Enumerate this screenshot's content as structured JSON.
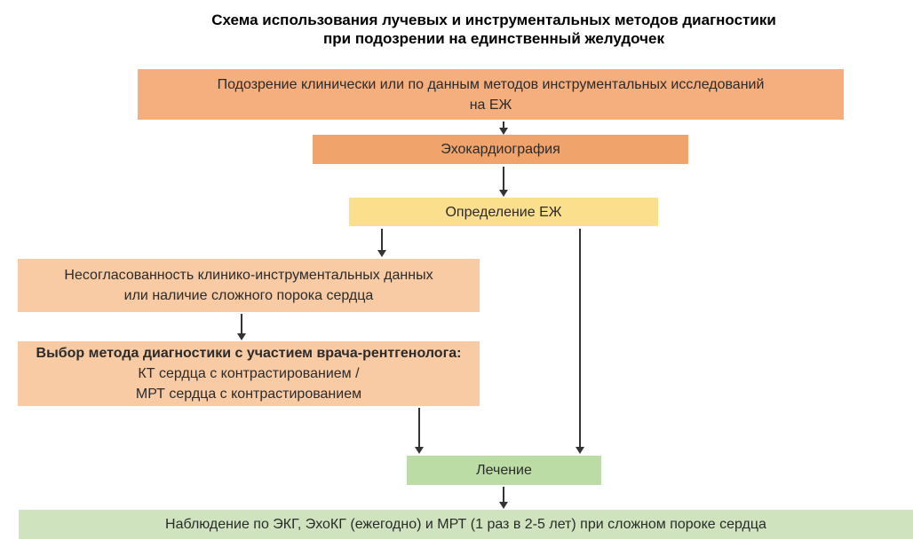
{
  "title": {
    "line1": "Схема использования лучевых и инструментальных методов диагностики",
    "line2": "при подозрении на единственный желудочек"
  },
  "nodes": {
    "suspicion": {
      "line1": "Подозрение клинически или по данным методов инструментальных исследований",
      "line2": "на ЕЖ"
    },
    "echocardiography": "Эхокардиография",
    "ventricle_definition": "Определение ЕЖ",
    "mismatch": {
      "line1": "Несогласованность клинико-инструментальных данных",
      "line2": "или наличие сложного порока сердца"
    },
    "method_choice": {
      "heading": "Выбор метода диагностики с участием врача-рентгенолога:",
      "option_ct": "КТ сердца с контрастированием /",
      "option_mri": "МРТ сердца с контрастированием"
    },
    "treatment": "Лечение",
    "observation": "Наблюдение по ЭКГ, ЭхоКГ (ежегодно) и МРТ (1 раз в 2-5 лет) при сложном пороке сердца"
  },
  "colors": {
    "box_suspicion": "#F5AE7D",
    "box_echocardiography": "#F0A36B",
    "box_definition": "#FBDF8D",
    "box_peach": "#F8CBA4",
    "box_treatment": "#BCDCA6",
    "box_observation": "#CFE4BE",
    "arrow": "#333333",
    "title_text": "#000000",
    "body_text": "#2B2B2B"
  }
}
